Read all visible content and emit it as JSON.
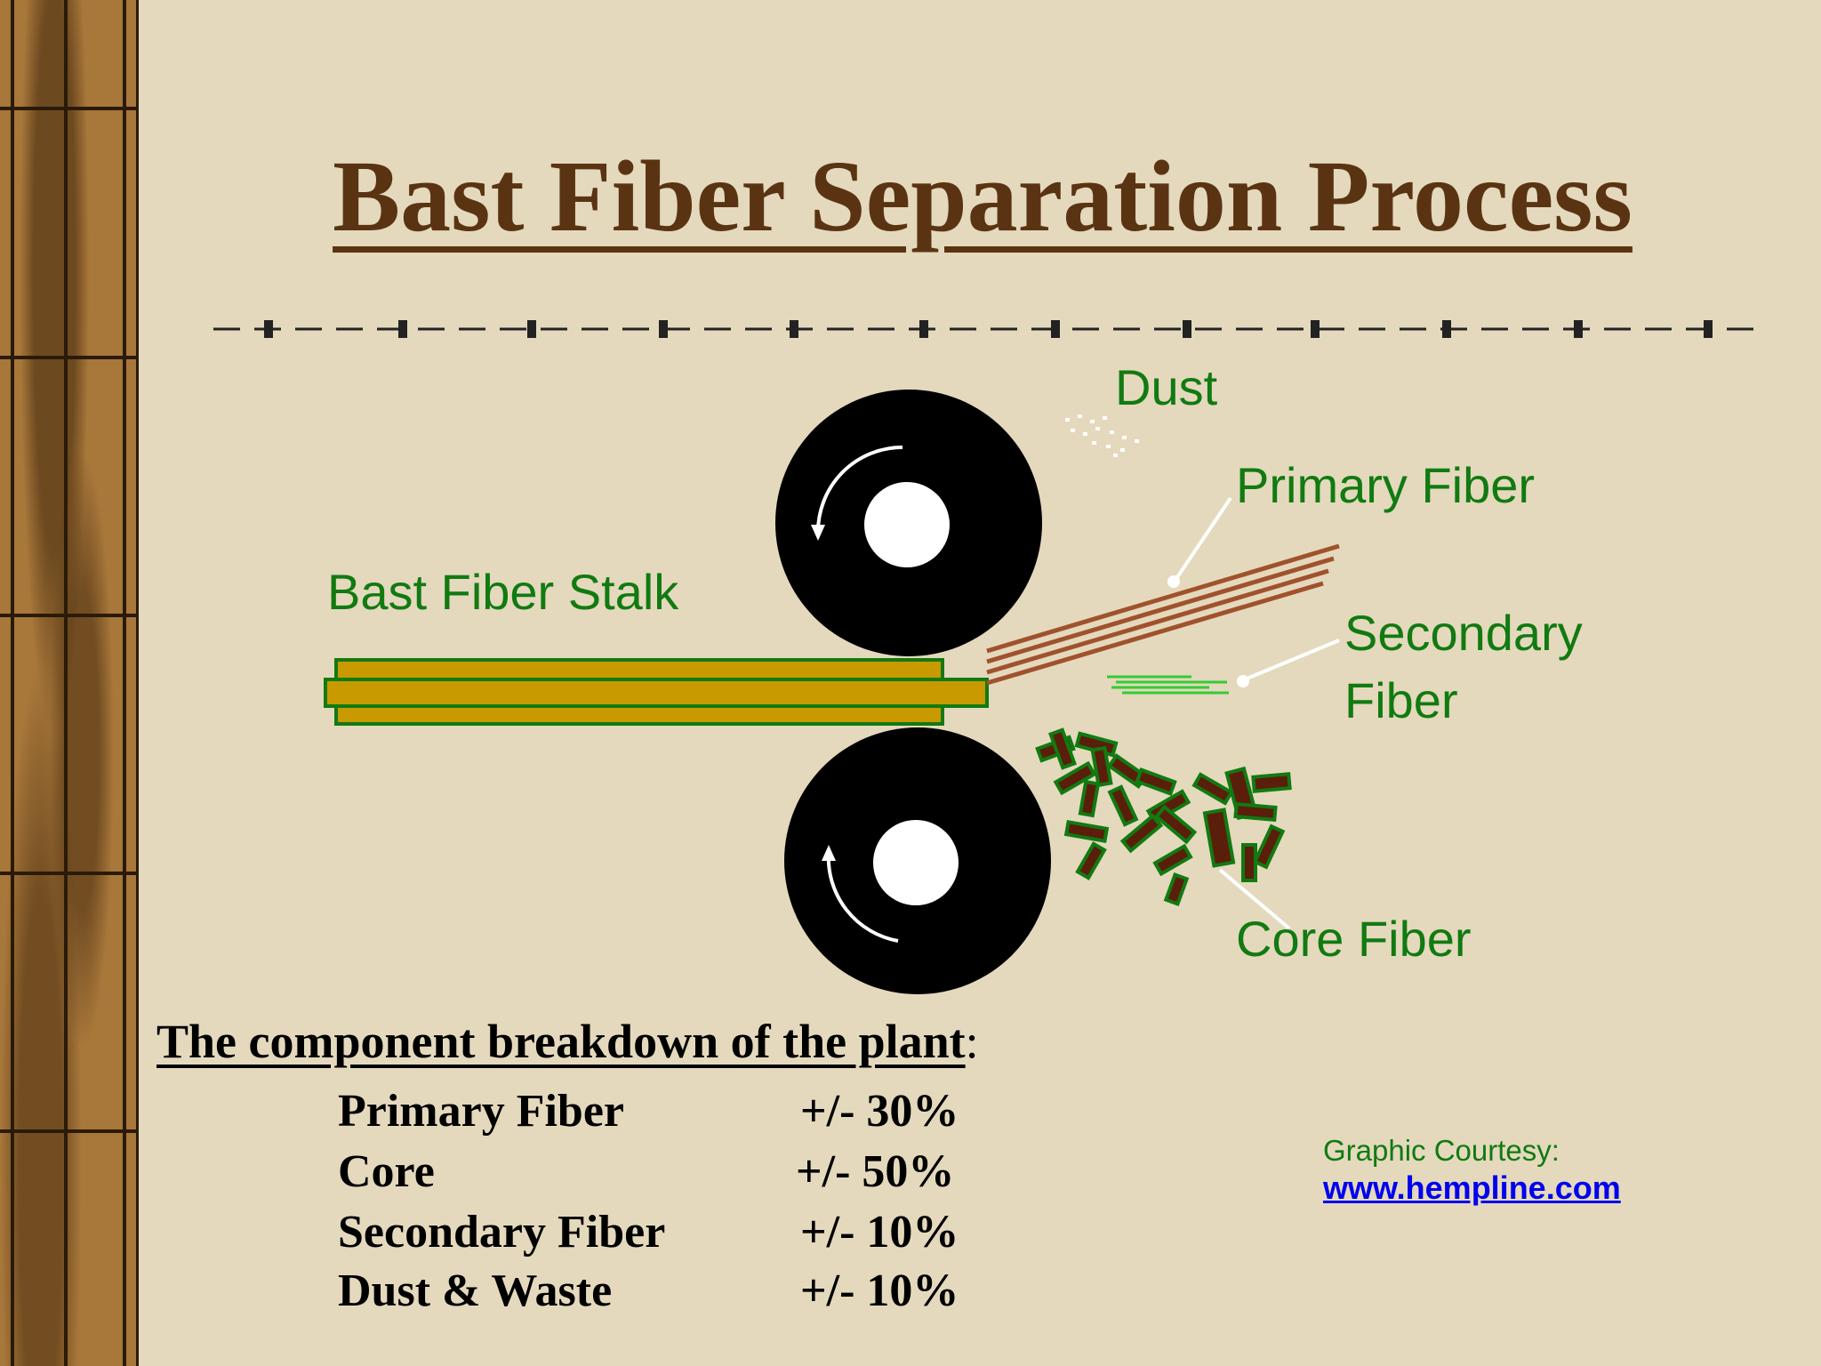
{
  "title": "Bast Fiber Separation Process",
  "labels": {
    "dust": "Dust",
    "primary_fiber": "Primary Fiber",
    "bast_fiber_stalk": "Bast Fiber Stalk",
    "secondary_fiber_line1": "Secondary",
    "secondary_fiber_line2": "Fiber",
    "core_fiber": "Core Fiber"
  },
  "breakdown": {
    "heading": "The component breakdown of the plant",
    "colon": ":",
    "rows": [
      {
        "name": "Primary Fiber",
        "value": "+/-  30%"
      },
      {
        "name": "Core",
        "value": "+/-  50%"
      },
      {
        "name": "Secondary Fiber",
        "value": "+/-  10%"
      },
      {
        "name": "Dust & Waste",
        "value": "+/-  10%"
      }
    ]
  },
  "credit": {
    "text": "Graphic Courtesy:",
    "link": "www.hempline.com"
  },
  "colors": {
    "label_green": "#117a11",
    "title_brown": "#5a3412",
    "stalk_gold": "#c99a00",
    "fiber_brown": "#a0522d",
    "core_chip": "#5a1e0a"
  }
}
